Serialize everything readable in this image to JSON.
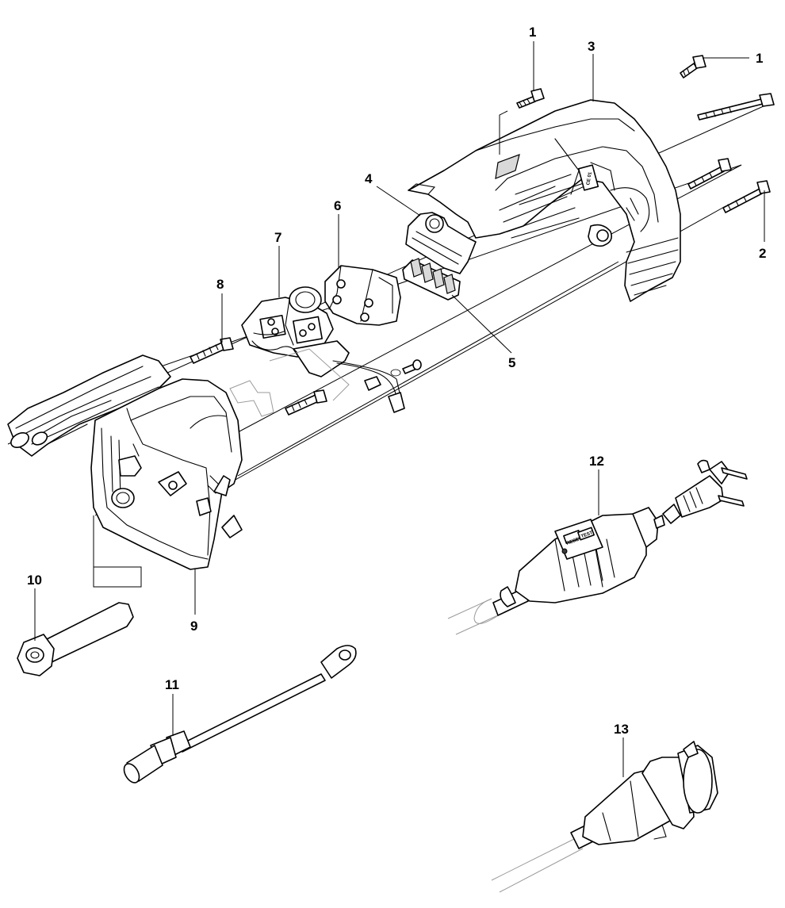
{
  "callouts": [
    {
      "label": "1"
    },
    {
      "label": "1"
    },
    {
      "label": "2"
    },
    {
      "label": "3"
    },
    {
      "label": "4"
    },
    {
      "label": "5"
    },
    {
      "label": "6"
    },
    {
      "label": "7"
    },
    {
      "label": "8"
    },
    {
      "label": "9"
    },
    {
      "label": "10"
    },
    {
      "label": "11"
    },
    {
      "label": "12"
    },
    {
      "label": "13"
    }
  ],
  "rcd_buttons": {
    "test": "TEST",
    "reset": "RESET"
  }
}
